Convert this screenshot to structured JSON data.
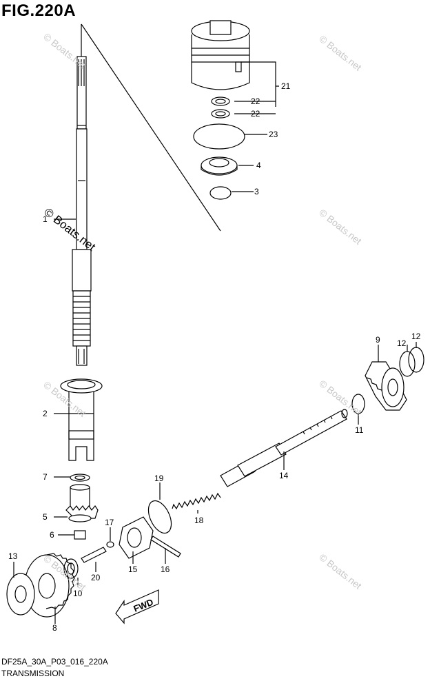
{
  "figure": {
    "title": "FIG.220A",
    "code": "DF25A_30A_P03_016_220A",
    "subtitle": "TRANSMISSION",
    "fwd_label": "FWD"
  },
  "watermark": "© Boats.net",
  "callouts": [
    "1",
    "2",
    "3",
    "4",
    "5",
    "6",
    "7",
    "8",
    "9",
    "10",
    "11",
    "12",
    "12",
    "13",
    "14",
    "15",
    "16",
    "17",
    "18",
    "19",
    "20",
    "21",
    "22",
    "22",
    "23"
  ]
}
